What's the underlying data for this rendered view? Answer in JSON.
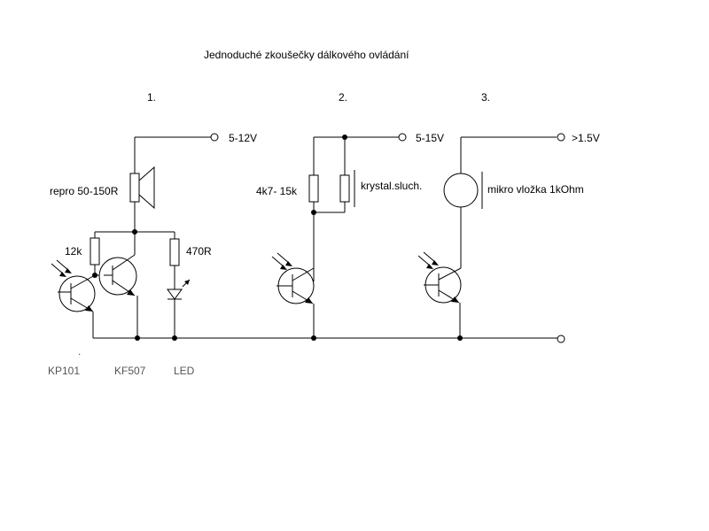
{
  "title": "Jednoduché zkoušečky dálkového ovládání",
  "circuits": [
    {
      "number": "1.",
      "supply": "5-12V",
      "speaker_label": "repro 50-150R",
      "resistor_label": "12k",
      "led_resistor_label": "470R",
      "parts": [
        "KP101",
        "KF507",
        "LED"
      ]
    },
    {
      "number": "2.",
      "supply": "5-15V",
      "resistor_label": "4k7- 15k",
      "earphone_label": "krystal.sluch."
    },
    {
      "number": "3.",
      "supply": ">1.5V",
      "mic_label": "mikro vložka 1kOhm"
    }
  ],
  "stray_mark": "."
}
